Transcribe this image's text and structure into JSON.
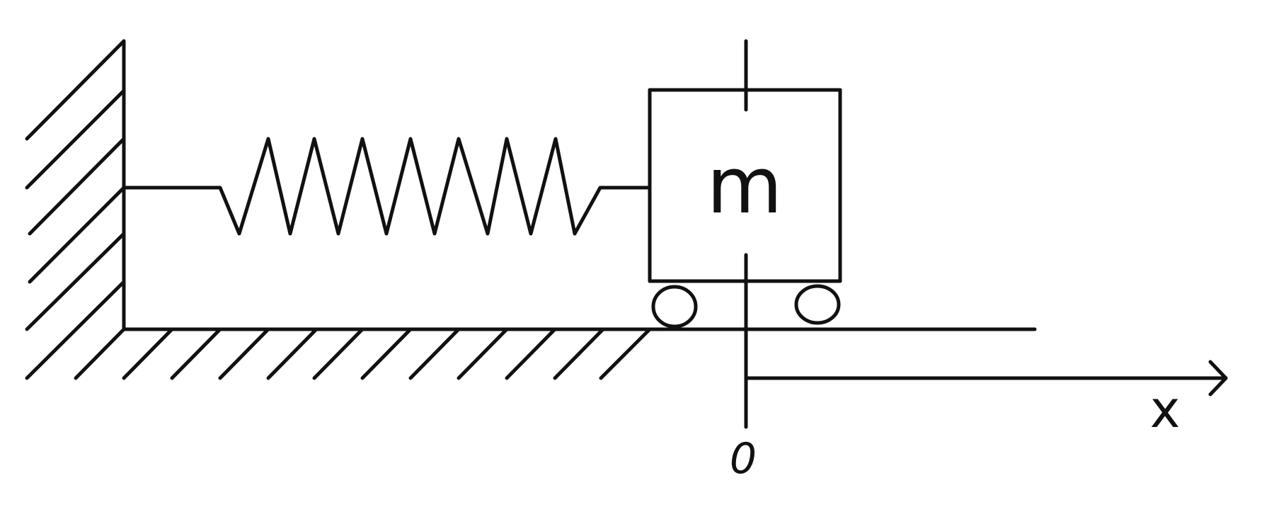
{
  "mass_label": "m",
  "origin_label": "0",
  "axis_label": "x",
  "stroke_color": "#111111",
  "background_color": "#ffffff"
}
